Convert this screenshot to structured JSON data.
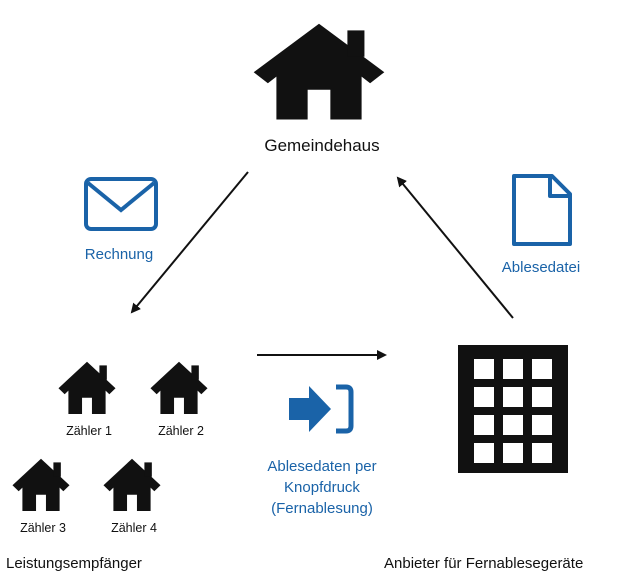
{
  "colors": {
    "ink": "#111111",
    "accent": "#1a63a8"
  },
  "nodes": {
    "gemeindehaus": {
      "label": "Gemeindehaus",
      "icon": "house-icon"
    },
    "leistungsempfaenger": {
      "label": "Leistungsempfänger",
      "meters": [
        {
          "label": "Zähler 1",
          "icon": "house-icon"
        },
        {
          "label": "Zähler 2",
          "icon": "house-icon"
        },
        {
          "label": "Zähler 3",
          "icon": "house-icon"
        },
        {
          "label": "Zähler 4",
          "icon": "house-icon"
        }
      ]
    },
    "anbieter": {
      "label": "Anbieter für Fernablesegeräte",
      "icon": "building-icon"
    }
  },
  "edges": {
    "rechnung": {
      "label": "Rechnung",
      "icon": "envelope-icon"
    },
    "ablesedatei": {
      "label": "Ablesedatei",
      "icon": "document-icon"
    },
    "ablesedaten": {
      "lines": [
        "Ablesedaten per",
        "Knopfdruck",
        "(Fernablesung)"
      ],
      "icon": "sign-in-icon"
    }
  }
}
